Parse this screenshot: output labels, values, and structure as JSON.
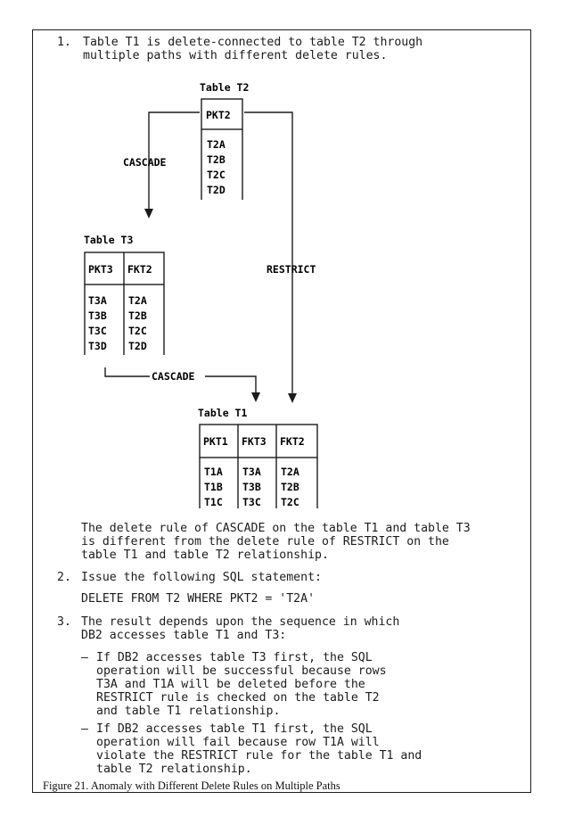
{
  "point1": {
    "number": "1.",
    "lines": [
      "Table T1 is delete-connected to table T2 through",
      "multiple paths with different delete rules."
    ]
  },
  "diagram": {
    "t2": {
      "title": "Table T2",
      "pk": "PKT2",
      "rows": [
        "T2A",
        "T2B",
        "T2C",
        "T2D"
      ]
    },
    "t3": {
      "title": "Table T3",
      "headers": [
        "PKT3",
        "FKT2"
      ],
      "col1": [
        "T3A",
        "T3B",
        "T3C",
        "T3D"
      ],
      "col2": [
        "T2A",
        "T2B",
        "T2C",
        "T2D"
      ]
    },
    "t1": {
      "title": "Table T1",
      "headers": [
        "PKT1",
        "FKT3",
        "FKT2"
      ],
      "col1": [
        "T1A",
        "T1B",
        "T1C"
      ],
      "col2": [
        "T3A",
        "T3B",
        "T3C"
      ],
      "col3": [
        "T2A",
        "T2B",
        "T2C"
      ]
    },
    "edge_t2_t3": "CASCADE",
    "edge_t3_t1": "CASCADE",
    "edge_t2_t1": "RESTRICT"
  },
  "explanation": [
    "The delete rule of CASCADE on the table T1 and table T3",
    "is different from the delete rule of RESTRICT on the",
    "table T1 and table T2 relationship."
  ],
  "point2": {
    "number": "2.",
    "text": "Issue the following SQL statement:",
    "sql": "DELETE FROM T2 WHERE PKT2 = 'T2A'"
  },
  "point3": {
    "number": "3.",
    "lines": [
      "The result depends upon the sequence in which",
      "DB2 accesses table T1 and T3:"
    ],
    "bullet1": [
      "If DB2 accesses table T3 first, the SQL",
      "operation will be successful because rows",
      "T3A and T1A will be deleted before the",
      "RESTRICT rule is checked on the table T2",
      "and table T1 relationship."
    ],
    "bullet2": [
      "If DB2 accesses table T1 first, the SQL",
      "operation will fail because row T1A will",
      "violate the RESTRICT rule for the table T1 and",
      "table T2 relationship."
    ],
    "dash": "–"
  },
  "caption": "Figure 21.   Anomaly with Different Delete Rules on Multiple Paths"
}
